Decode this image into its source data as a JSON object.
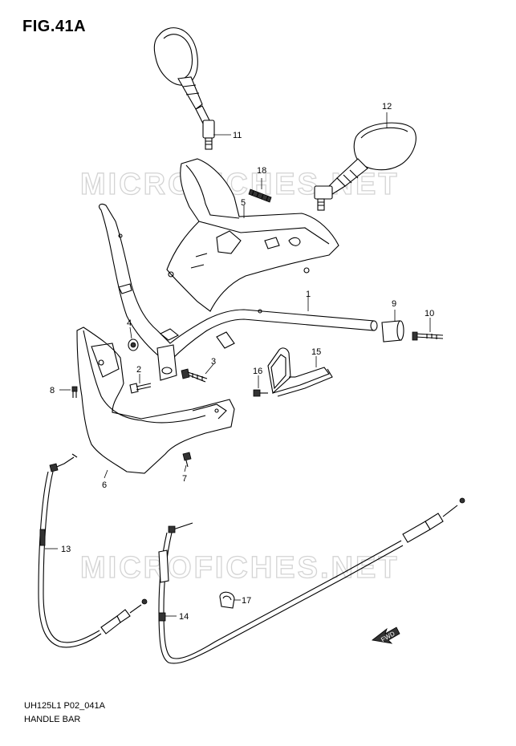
{
  "figure": {
    "title": "FIG.41A",
    "code": "UH125L1 P02_041A",
    "name": "HANDLE BAR"
  },
  "watermark": {
    "text": "MICROFICHES.NET",
    "color": "#d4d4d4"
  },
  "fwd_label": "FWD",
  "callouts": [
    {
      "id": "1",
      "label": "1"
    },
    {
      "id": "2",
      "label": "2"
    },
    {
      "id": "3",
      "label": "3"
    },
    {
      "id": "4",
      "label": "4"
    },
    {
      "id": "5",
      "label": "5"
    },
    {
      "id": "6",
      "label": "6"
    },
    {
      "id": "7",
      "label": "7"
    },
    {
      "id": "8",
      "label": "8"
    },
    {
      "id": "9",
      "label": "9"
    },
    {
      "id": "10",
      "label": "10"
    },
    {
      "id": "11",
      "label": "11"
    },
    {
      "id": "12",
      "label": "12"
    },
    {
      "id": "13",
      "label": "13"
    },
    {
      "id": "14",
      "label": "14"
    },
    {
      "id": "15",
      "label": "15"
    },
    {
      "id": "16",
      "label": "16"
    },
    {
      "id": "17",
      "label": "17"
    },
    {
      "id": "18",
      "label": "18"
    }
  ]
}
